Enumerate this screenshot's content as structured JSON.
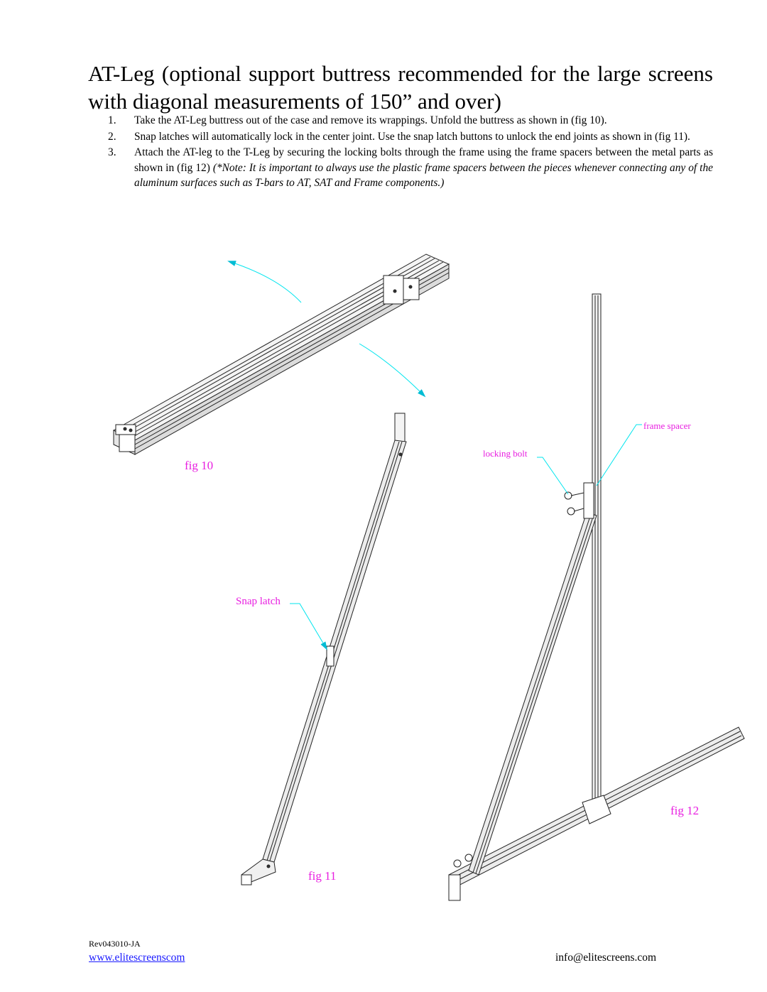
{
  "title": "AT-Leg (optional support buttress recommended for the large screens with diagonal measurements of 150” and over)",
  "steps": [
    {
      "num": "1.",
      "text": "Take the AT-Leg buttress out of the case and remove its wrappings. Unfold the buttress as shown in (fig 10)."
    },
    {
      "num": "2.",
      "text": "Snap latches will automatically lock in the center joint. Use the snap latch buttons to unlock the end joints as shown in (fig 11)."
    },
    {
      "num": "3.",
      "text": "Attach the AT-leg to the T-Leg by securing the locking bolts through the frame using the frame spacers between the metal parts as shown in (fig 12)",
      "note": "(*Note: It is important to always use the plastic frame spacers between the pieces whenever connecting any of the aluminum surfaces such as T-bars to AT, SAT and Frame components.)"
    }
  ],
  "figures": {
    "fig10": "fig 10",
    "fig11": "fig 11",
    "fig12": "fig 12",
    "snap_latch": "Snap latch",
    "locking_bolt": "locking bolt",
    "frame_spacer": "frame spacer"
  },
  "footer": {
    "revision": "Rev043010-JA",
    "website": "www.elitescreenscom",
    "email": "info@elitescreens.com"
  },
  "colors": {
    "label": "#e81ee0",
    "arrow": "#00e5ee",
    "link": "#1a1aff"
  }
}
